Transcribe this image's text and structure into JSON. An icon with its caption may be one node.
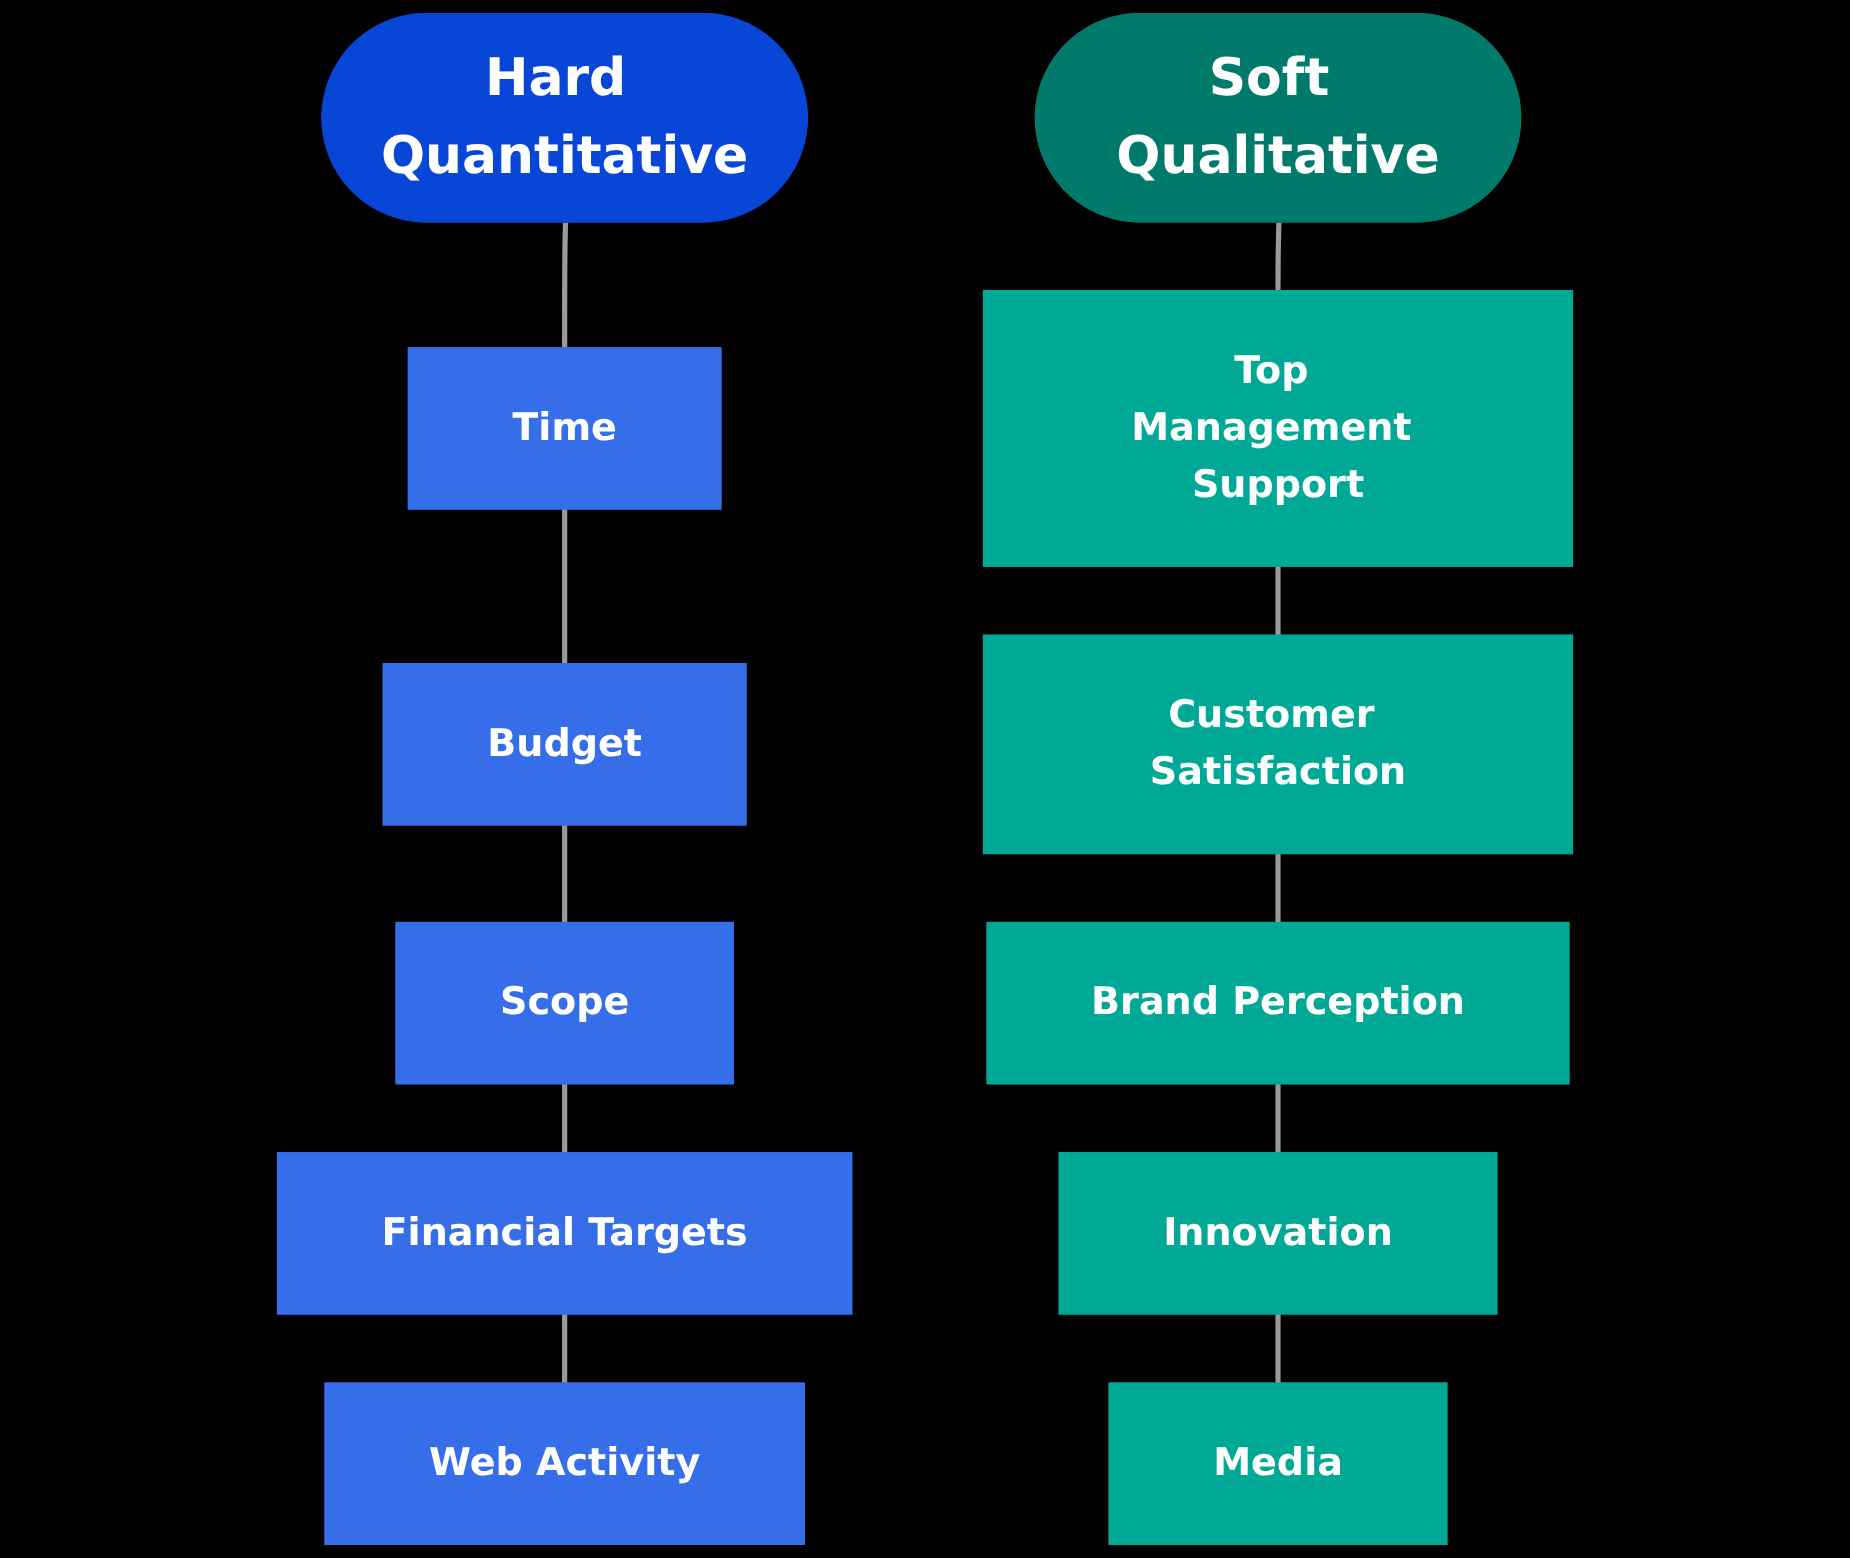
{
  "diagram": {
    "nodes": [
      {
        "text": [
          "Hard Quantitative"
        ]
      },
      {
        "text": [
          "Time"
        ]
      },
      {
        "text": [
          "Budget"
        ]
      },
      {
        "text": [
          "Scope"
        ]
      },
      {
        "text": [
          "Financial Targets"
        ]
      },
      {
        "text": [
          "Web Activity"
        ]
      },
      {
        "text": [
          "Soft Qualitative"
        ]
      },
      {
        "text": [
          "Top Management Support"
        ]
      },
      {
        "text": [
          "Customer Satisfaction"
        ]
      },
      {
        "text": [
          "Brand Perception"
        ]
      },
      {
        "text": [
          "Innovation"
        ]
      },
      {
        "text": [
          "Media"
        ]
      }
    ],
    "edges": [
      {
        "from": 0,
        "to": 1,
        "arrow": "none"
      },
      {
        "from": 1,
        "to": 2,
        "arrow": "none"
      },
      {
        "from": 2,
        "to": 3,
        "arrow": "none"
      },
      {
        "from": 3,
        "to": 4,
        "arrow": "none"
      },
      {
        "from": 4,
        "to": 5,
        "arrow": "none"
      },
      {
        "from": 6,
        "to": 7,
        "arrow": "none"
      },
      {
        "from": 7,
        "to": 8,
        "arrow": "none"
      },
      {
        "from": 8,
        "to": 9,
        "arrow": "none"
      },
      {
        "from": 9,
        "to": 10,
        "arrow": "none"
      },
      {
        "from": 10,
        "to": 11,
        "arrow": "none"
      }
    ]
  }
}
